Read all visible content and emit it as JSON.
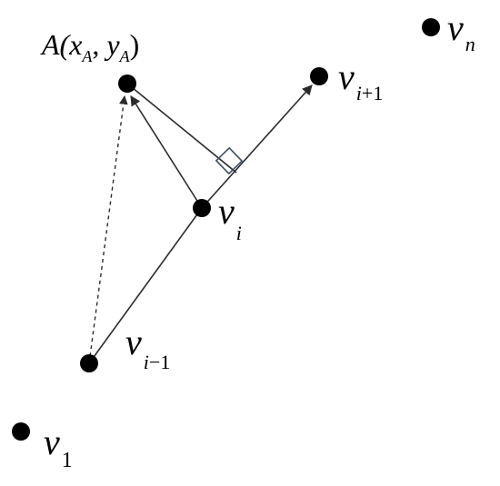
{
  "diagram": {
    "colors": {
      "point": "#000000",
      "edge": "#2b2b2b",
      "right_angle": "#3f4e63",
      "background": "#ffffff"
    },
    "labels": {
      "A": {
        "prefix": "A(",
        "x": "x",
        "x_sub": "A",
        "comma": ", ",
        "y": "y",
        "y_sub": "A",
        "suffix": ")"
      },
      "v1": {
        "base": "v",
        "sub": "1"
      },
      "vn": {
        "base": "v",
        "sub": "n"
      },
      "vi": {
        "base": "v",
        "sub": "i"
      },
      "vi_minus_1": {
        "base": "v",
        "sub_var": "i",
        "sub_op": "−",
        "sub_num": "1"
      },
      "vi_plus_1": {
        "base": "v",
        "sub_var": "i",
        "sub_op": "+",
        "sub_num": "1"
      }
    },
    "connections": [
      {
        "from": "v_i_minus_1",
        "to": "v_i",
        "style": "solid"
      },
      {
        "from": "v_i",
        "to": "v_i_plus_1",
        "style": "solid-arrow"
      },
      {
        "from": "v_i",
        "to": "A",
        "style": "solid-arrow"
      },
      {
        "from": "v_i_minus_1",
        "to": "A",
        "style": "dashed-arrow"
      },
      {
        "from": "A",
        "to": "foot_on_line",
        "style": "solid"
      }
    ]
  }
}
